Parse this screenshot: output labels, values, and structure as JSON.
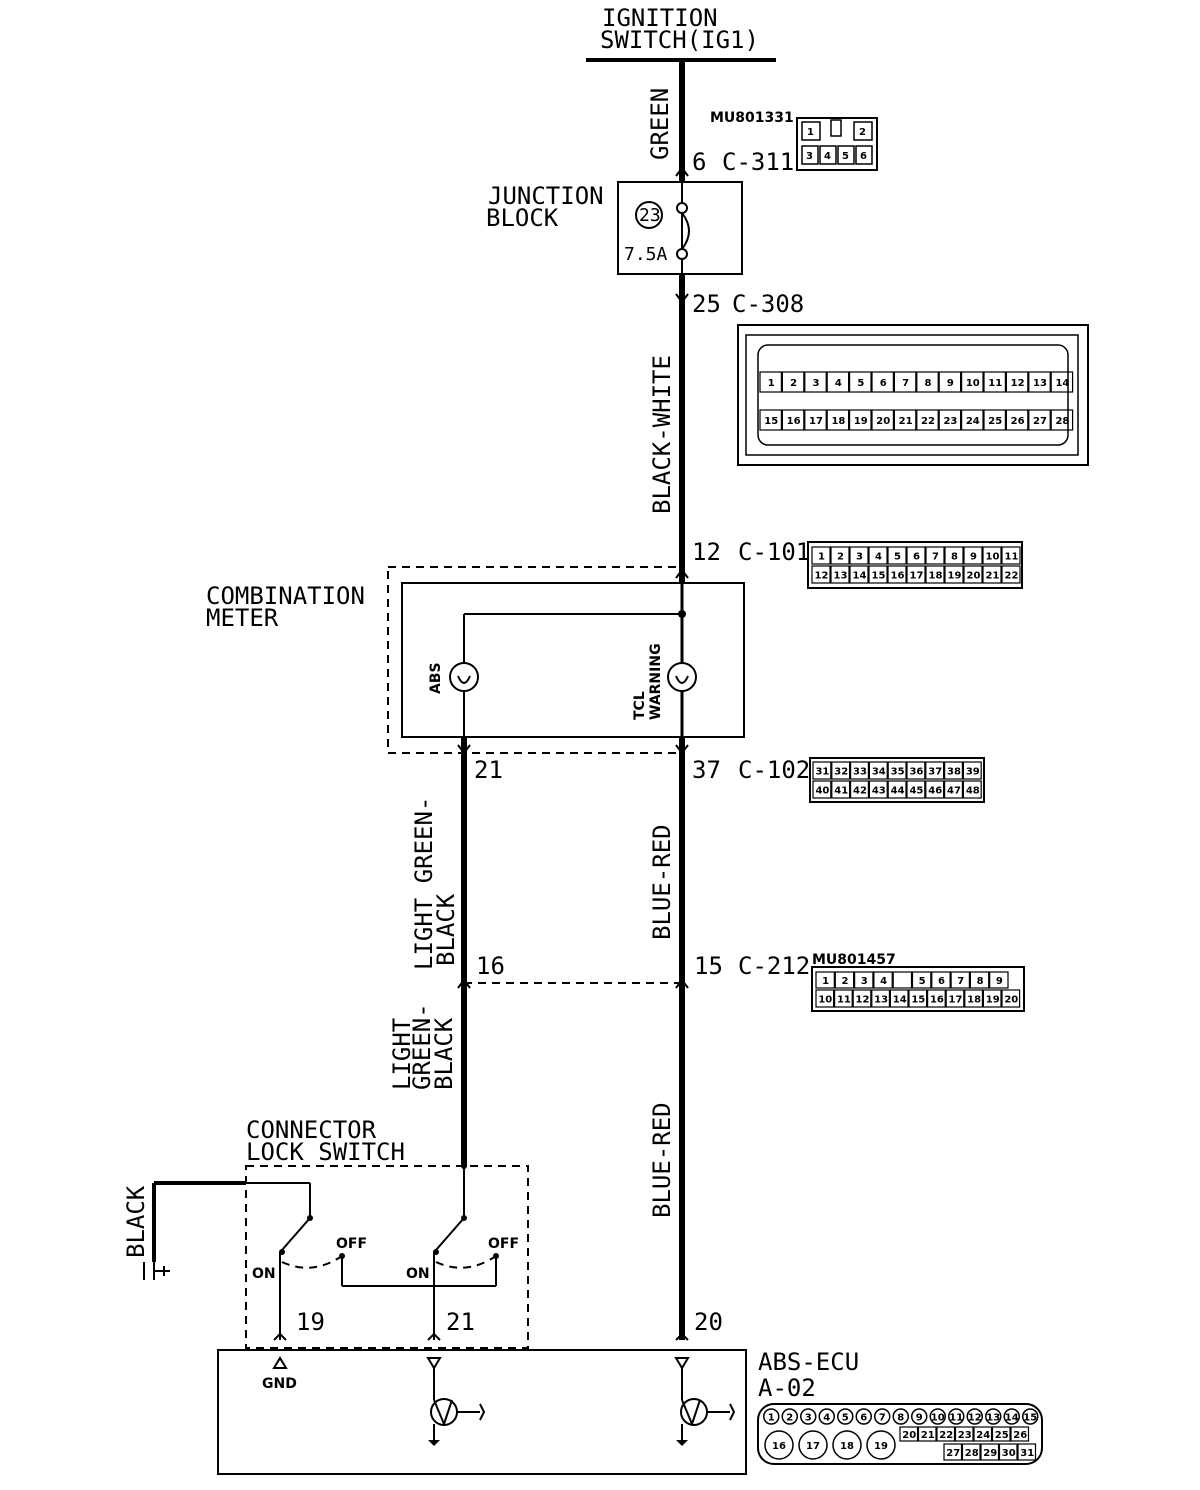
{
  "ignition": {
    "line1": "IGNITION",
    "line2": "SWITCH(IG1)"
  },
  "wires": {
    "green": "GREEN",
    "black_white": "BLACK-WHITE",
    "light_green_black_upper_1": "LIGHT GREEN-",
    "light_green_black_upper_2": "BLACK",
    "light_green_black_lower_1": "LIGHT",
    "light_green_black_lower_2": "GREEN-",
    "light_green_black_lower_3": "BLACK",
    "blue_red_upper": "BLUE-RED",
    "blue_red_lower": "BLUE-RED",
    "black": "BLACK"
  },
  "connectors": {
    "c311": {
      "pin": "6",
      "id": "C-311",
      "part": "MU801331",
      "pins_top": [
        "1",
        "",
        "2"
      ],
      "pins_bottom": [
        "3",
        "4",
        "5",
        "6"
      ]
    },
    "c308": {
      "pin": "25",
      "id": "C-308",
      "pins_top": [
        "1",
        "2",
        "3",
        "4",
        "5",
        "6",
        "7",
        "8",
        "9",
        "10",
        "11",
        "12",
        "13",
        "14"
      ],
      "pins_bottom": [
        "15",
        "16",
        "17",
        "18",
        "19",
        "20",
        "21",
        "22",
        "23",
        "24",
        "25",
        "26",
        "27",
        "28"
      ]
    },
    "c101": {
      "pin": "12",
      "id": "C-101",
      "pins_top": [
        "1",
        "2",
        "3",
        "4",
        "5",
        "6",
        "7",
        "8",
        "9",
        "10",
        "11"
      ],
      "pins_bottom": [
        "12",
        "13",
        "14",
        "15",
        "16",
        "17",
        "18",
        "19",
        "20",
        "21",
        "22"
      ]
    },
    "c102": {
      "pin_left": "21",
      "pin": "37",
      "id": "C-102",
      "pins_top": [
        "31",
        "32",
        "33",
        "34",
        "35",
        "36",
        "37",
        "38",
        "39"
      ],
      "pins_bottom": [
        "40",
        "41",
        "42",
        "43",
        "44",
        "45",
        "46",
        "47",
        "48"
      ]
    },
    "c212": {
      "pin_left": "16",
      "pin": "15",
      "id": "C-212",
      "part": "MU801457",
      "pins_top": [
        "1",
        "2",
        "3",
        "4",
        "",
        "5",
        "6",
        "7",
        "8",
        "9"
      ],
      "pins_bottom": [
        "10",
        "11",
        "12",
        "13",
        "14",
        "15",
        "16",
        "17",
        "18",
        "19",
        "20"
      ]
    },
    "a02": {
      "pins_top": [
        "1",
        "2",
        "3",
        "4",
        "5",
        "6",
        "7",
        "8",
        "9",
        "10",
        "11",
        "12",
        "13",
        "14",
        "15"
      ],
      "pins_mid": [
        "20",
        "21",
        "22",
        "23",
        "24",
        "25",
        "26"
      ],
      "pins_round": [
        "16",
        "17",
        "18",
        "19"
      ],
      "pins_bottom": [
        "27",
        "28",
        "29",
        "30",
        "31"
      ]
    }
  },
  "junction_block": {
    "line1": "JUNCTION",
    "line2": "BLOCK",
    "fuse_no": "23",
    "fuse_rating": "7.5A"
  },
  "combination_meter": {
    "line1": "COMBINATION",
    "line2": "METER",
    "abs_lamp": "ABS",
    "tcl_line1": "TCL",
    "tcl_line2": "WARNING"
  },
  "lock_switch": {
    "line1": "CONNECTOR",
    "line2": "LOCK SWITCH",
    "on1": "ON",
    "off1": "OFF",
    "on2": "ON",
    "off2": "OFF",
    "pin_a": "19",
    "pin_b": "21"
  },
  "abs_ecu": {
    "line1": "ABS-ECU",
    "line2": "A-02",
    "pin": "20",
    "gnd": "GND"
  }
}
